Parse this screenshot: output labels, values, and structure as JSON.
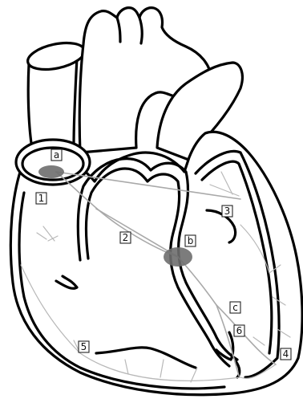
{
  "diagram": {
    "colors": {
      "outline": "#000000",
      "conduction_fiber": "#a9a9a9",
      "node": "#6e6e6e",
      "background": "#ffffff"
    },
    "labels": {
      "a": "a",
      "b": "b",
      "c": "c",
      "n1": "1",
      "n2": "2",
      "n3": "3",
      "n4": "4",
      "n5": "5",
      "n6": "6"
    }
  }
}
